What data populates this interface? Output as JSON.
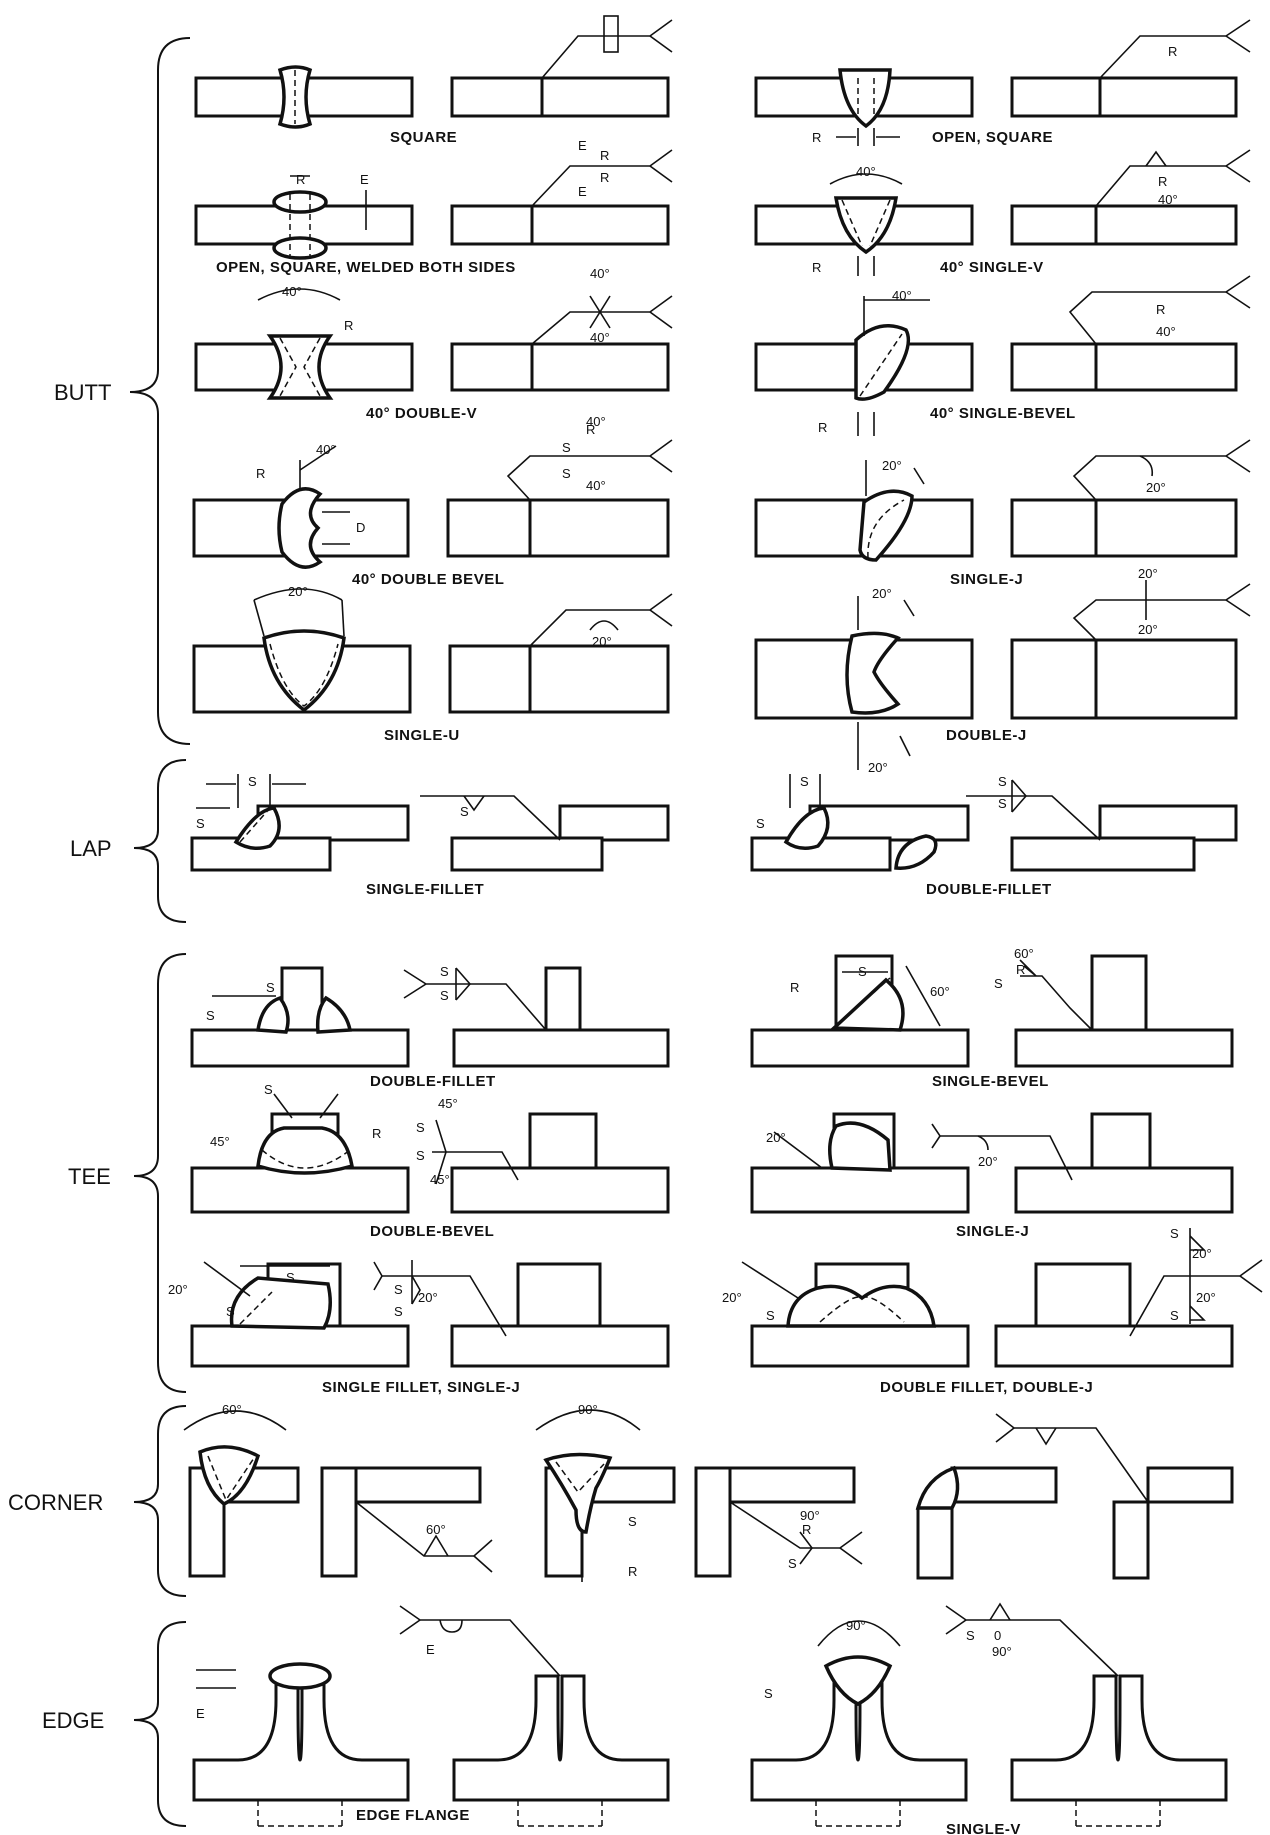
{
  "groups": {
    "butt": "BUTT",
    "lap": "LAP",
    "tee": "TEE",
    "corner": "CORNER",
    "edge": "EDGE"
  },
  "captions": {
    "square": "SQUARE",
    "open_square": "OPEN, SQUARE",
    "open_square_both": "OPEN, SQUARE, WELDED BOTH SIDES",
    "single_v_40": "40° SINGLE-V",
    "double_v_40": "40° DOUBLE-V",
    "single_bevel_40": "40° SINGLE-BEVEL",
    "double_bevel_40": "40° DOUBLE BEVEL",
    "single_j": "SINGLE-J",
    "single_u": "SINGLE-U",
    "double_j": "DOUBLE-J",
    "lap_single_fillet": "SINGLE-FILLET",
    "lap_double_fillet": "DOUBLE-FILLET",
    "tee_double_fillet": "DOUBLE-FILLET",
    "tee_single_bevel": "SINGLE-BEVEL",
    "tee_double_bevel": "DOUBLE-BEVEL",
    "tee_single_j": "SINGLE-J",
    "single_fillet_single_j": "SINGLE FILLET, SINGLE-J",
    "double_fillet_double_j": "DOUBLE FILLET, DOUBLE-J",
    "edge_flange": "EDGE FLANGE",
    "edge_single_v": "SINGLE-V"
  },
  "dims": {
    "R": "R",
    "E": "E",
    "S": "S",
    "D": "D",
    "zero": "0",
    "a20": "20°",
    "a40": "40°",
    "a45": "45°",
    "a60": "60°",
    "a90": "90°"
  }
}
